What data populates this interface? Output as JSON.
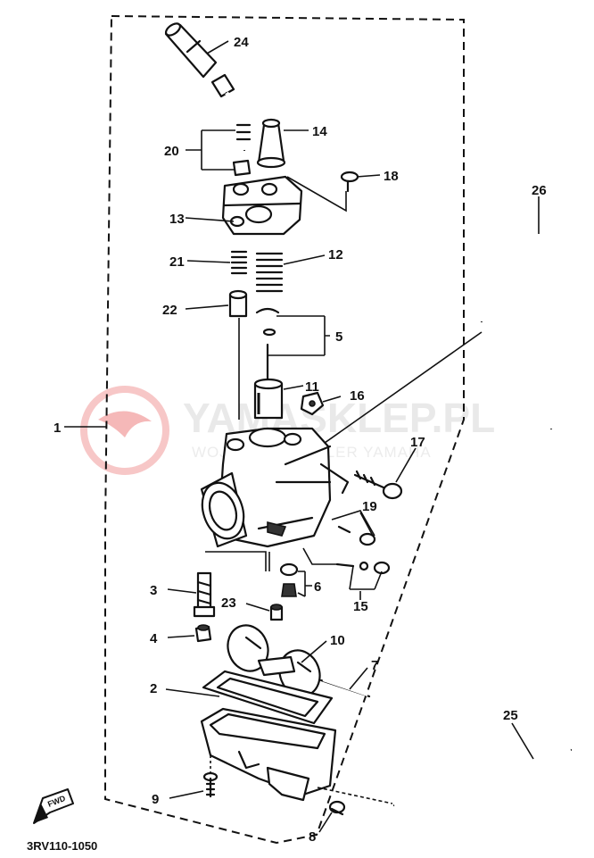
{
  "watermark": {
    "brand": "YAMASKLEP.PL",
    "tagline": "WOJCIESZ | DEALER YAMAHA"
  },
  "diagram": {
    "code": "3RV110-1050",
    "forward_mark": "FWD",
    "labels": {
      "p1": "1",
      "p2": "2",
      "p3": "3",
      "p4": "4",
      "p5": "5",
      "p6": "6",
      "p7": "7",
      "p8": "8",
      "p9": "9",
      "p10": "10",
      "p11": "11",
      "p12": "12",
      "p13": "13",
      "p14": "14",
      "p15": "15",
      "p16": "16",
      "p17": "17",
      "p18": "18",
      "p19": "19",
      "p20": "20",
      "p21": "21",
      "p22": "22",
      "p23": "23",
      "p24": "24",
      "p25": "25",
      "p26": "26"
    }
  }
}
